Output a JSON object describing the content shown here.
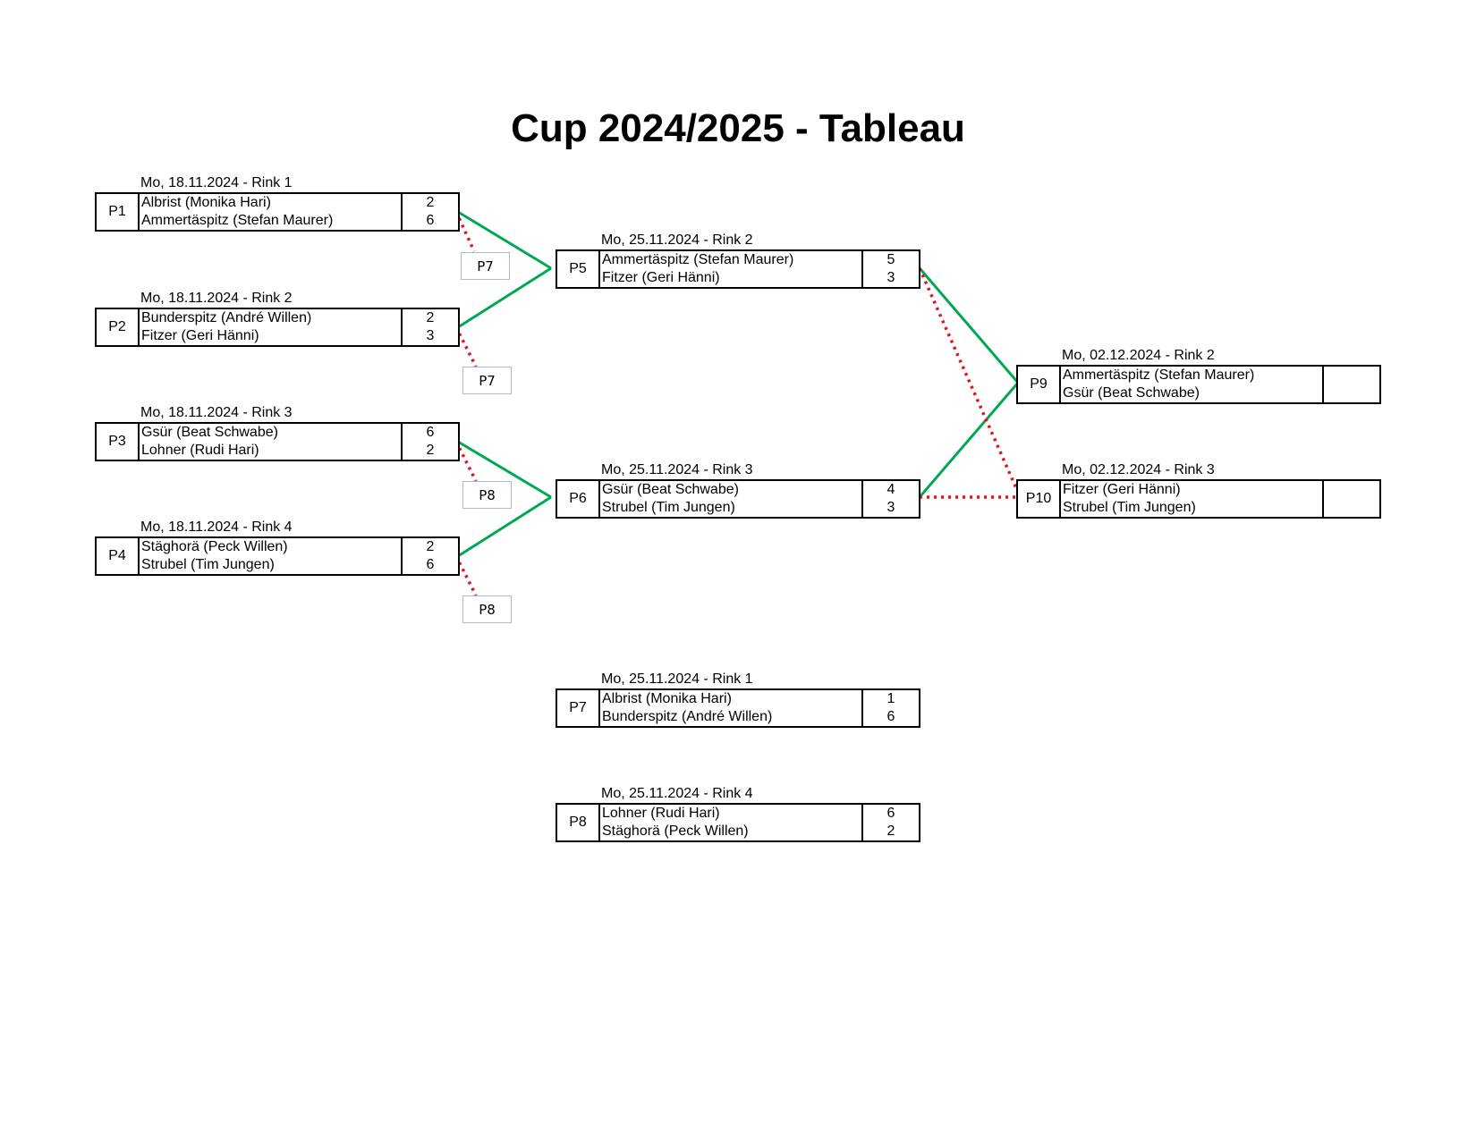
{
  "title": "Cup 2024/2025 - Tableau",
  "colors": {
    "winner_line": "#00a94f",
    "loser_line": "#e0141e",
    "border": "#000000",
    "ref_border": "#b8b8b8"
  },
  "matches": {
    "p1": {
      "code": "P1",
      "date": "Mo, 18.11.2024 - Rink 1",
      "teams": [
        {
          "name": "Albrist (Monika Hari)",
          "score": "2"
        },
        {
          "name": "Ammertäspitz (Stefan Maurer)",
          "score": "6"
        }
      ]
    },
    "p2": {
      "code": "P2",
      "date": "Mo, 18.11.2024 - Rink 2",
      "teams": [
        {
          "name": "Bunderspitz (André Willen)",
          "score": "2"
        },
        {
          "name": "Fitzer (Geri Hänni)",
          "score": "3"
        }
      ]
    },
    "p3": {
      "code": "P3",
      "date": "Mo, 18.11.2024 - Rink 3",
      "teams": [
        {
          "name": "Gsür (Beat Schwabe)",
          "score": "6"
        },
        {
          "name": "Lohner (Rudi Hari)",
          "score": "2"
        }
      ]
    },
    "p4": {
      "code": "P4",
      "date": "Mo, 18.11.2024 - Rink 4",
      "teams": [
        {
          "name": "Stäghorä (Peck Willen)",
          "score": "2"
        },
        {
          "name": "Strubel (Tim Jungen)",
          "score": "6"
        }
      ]
    },
    "p5": {
      "code": "P5",
      "date": "Mo, 25.11.2024 - Rink 2",
      "teams": [
        {
          "name": "Ammertäspitz (Stefan Maurer)",
          "score": "5"
        },
        {
          "name": "Fitzer (Geri Hänni)",
          "score": "3"
        }
      ]
    },
    "p6": {
      "code": "P6",
      "date": "Mo, 25.11.2024 - Rink 3",
      "teams": [
        {
          "name": "Gsür (Beat Schwabe)",
          "score": "4"
        },
        {
          "name": "Strubel (Tim Jungen)",
          "score": "3"
        }
      ]
    },
    "p7": {
      "code": "P7",
      "date": "Mo, 25.11.2024 - Rink 1",
      "teams": [
        {
          "name": "Albrist (Monika Hari)",
          "score": "1"
        },
        {
          "name": "Bunderspitz (André Willen)",
          "score": "6"
        }
      ]
    },
    "p8": {
      "code": "P8",
      "date": "Mo, 25.11.2024 - Rink 4",
      "teams": [
        {
          "name": "Lohner (Rudi Hari)",
          "score": "6"
        },
        {
          "name": "Stäghorä (Peck Willen)",
          "score": "2"
        }
      ]
    },
    "p9": {
      "code": "P9",
      "date": "Mo, 02.12.2024 - Rink 2",
      "teams": [
        {
          "name": "Ammertäspitz (Stefan Maurer)",
          "score": ""
        },
        {
          "name": "Gsür (Beat Schwabe)",
          "score": ""
        }
      ]
    },
    "p10": {
      "code": "P10",
      "date": "Mo, 02.12.2024 - Rink 3",
      "teams": [
        {
          "name": "Fitzer (Geri Hänni)",
          "score": ""
        },
        {
          "name": "Strubel (Tim Jungen)",
          "score": ""
        }
      ]
    }
  },
  "loser_refs": {
    "p1": "P7",
    "p2": "P7",
    "p3": "P8",
    "p4": "P8"
  }
}
